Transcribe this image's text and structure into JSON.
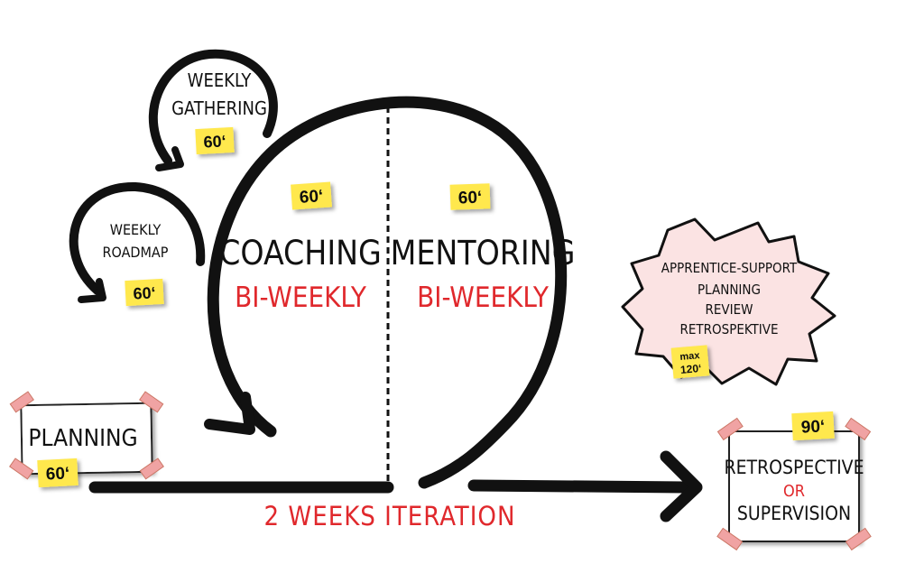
{
  "colors": {
    "ink": "#111111",
    "accent_red": "#e0282c",
    "sticky": "#ffe84d",
    "burst_fill": "#fbe3e3",
    "burst_edge": "#d94a4a",
    "tape": "#f0a3a3"
  },
  "coaching": {
    "title": "COACHING",
    "frequency": "BI-WEEKLY",
    "duration": "60‘"
  },
  "mentoring": {
    "title": "MENTORING",
    "frequency": "BI-WEEKLY",
    "duration": "60‘"
  },
  "weekly_gathering": {
    "line1": "WEEKLY",
    "line2": "GATHERING",
    "duration": "60‘"
  },
  "weekly_roadmap": {
    "line1": "WEEKLY",
    "line2": "ROADMAP",
    "duration": "60‘"
  },
  "planning": {
    "label": "PLANNING",
    "duration": "60‘"
  },
  "iteration": {
    "label": "2 WEEKS ITERATION"
  },
  "apprentice_support": {
    "line1": "APPRENTICE-SUPPORT",
    "line2": "PLANNING",
    "line3": "REVIEW",
    "line4": "RETROSPEKTIVE",
    "duration_line1": "max",
    "duration_line2": "120‘"
  },
  "retrospective": {
    "line1": "RETROSPECTIVE",
    "line2": "OR",
    "line3": "SUPERVISION",
    "duration": "90‘"
  }
}
